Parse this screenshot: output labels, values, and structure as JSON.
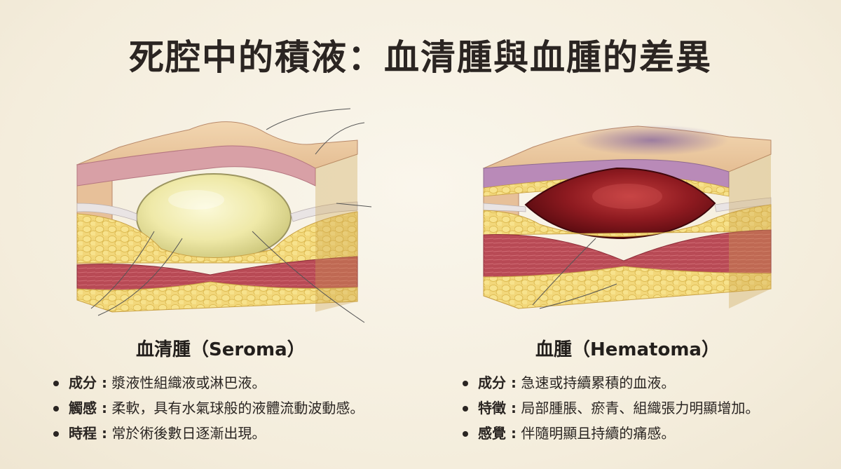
{
  "title": "死腔中的積液：血清腫與血腫的差異",
  "colors": {
    "background": "#f6f0e2",
    "skin": "#e9c79e",
    "dermis": "#d8a0a6",
    "fat": "#f2d77a",
    "muscle": "#b84a55",
    "seroma_fluid": "#f0ecb0",
    "hematoma_blood": "#8e1a20",
    "bruise": "#8a6aa8"
  },
  "panels": {
    "left": {
      "title": "血清腫（Seroma）",
      "icon": "seroma-tissue-illustration",
      "points": [
        {
          "term": "成分 :",
          "text": "漿液性組織液或淋巴液。"
        },
        {
          "term": "觸感 :",
          "text": "柔軟，具有水氣球般的液體流動波動感。"
        },
        {
          "term": "時程 :",
          "text": "常於術後數日逐漸出現。"
        }
      ]
    },
    "right": {
      "title": "血腫（Hematoma）",
      "icon": "hematoma-tissue-illustration",
      "points": [
        {
          "term": "成分 :",
          "text": "急速或持續累積的血液。"
        },
        {
          "term": "特徵 :",
          "text": "局部腫脹、瘀青、組織張力明顯增加。"
        },
        {
          "term": "感覺 :",
          "text": "伴隨明顯且持續的痛感。"
        }
      ]
    }
  }
}
